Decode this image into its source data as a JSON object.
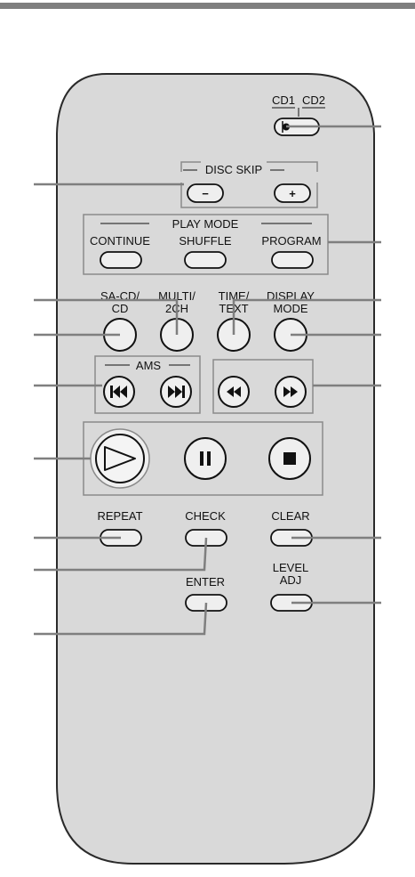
{
  "colors": {
    "body": "#d9d9d9",
    "body_outline": "#2a2a2a",
    "group_outline": "#8a8a8a",
    "button_face": "#efefef",
    "callout": "#7f7f7f",
    "top_rule": "#7f7f7f"
  },
  "switch": {
    "cd1": "CD1",
    "cd2": "CD2"
  },
  "disc_skip": {
    "title": "DISC SKIP",
    "minus": "−",
    "plus": "+"
  },
  "play_mode": {
    "title": "PLAY MODE",
    "continue": "CONTINUE",
    "shuffle": "SHUFFLE",
    "program": "PROGRAM"
  },
  "round_buttons": {
    "sacd_l1": "SA-CD/",
    "sacd_l2": "CD",
    "multi_l1": "MULTI/",
    "multi_l2": "2CH",
    "time_l1": "TIME/",
    "time_l2": "TEXT",
    "display_l1": "DISPLAY",
    "display_l2": "MODE"
  },
  "ams": {
    "title": "AMS"
  },
  "transport": {
    "play_icon": "play-icon",
    "pause_icon": "pause-icon",
    "stop_icon": "stop-icon"
  },
  "bottom": {
    "repeat": "REPEAT",
    "check": "CHECK",
    "clear": "CLEAR",
    "enter": "ENTER",
    "level_l1": "LEVEL",
    "level_l2": "ADJ"
  }
}
